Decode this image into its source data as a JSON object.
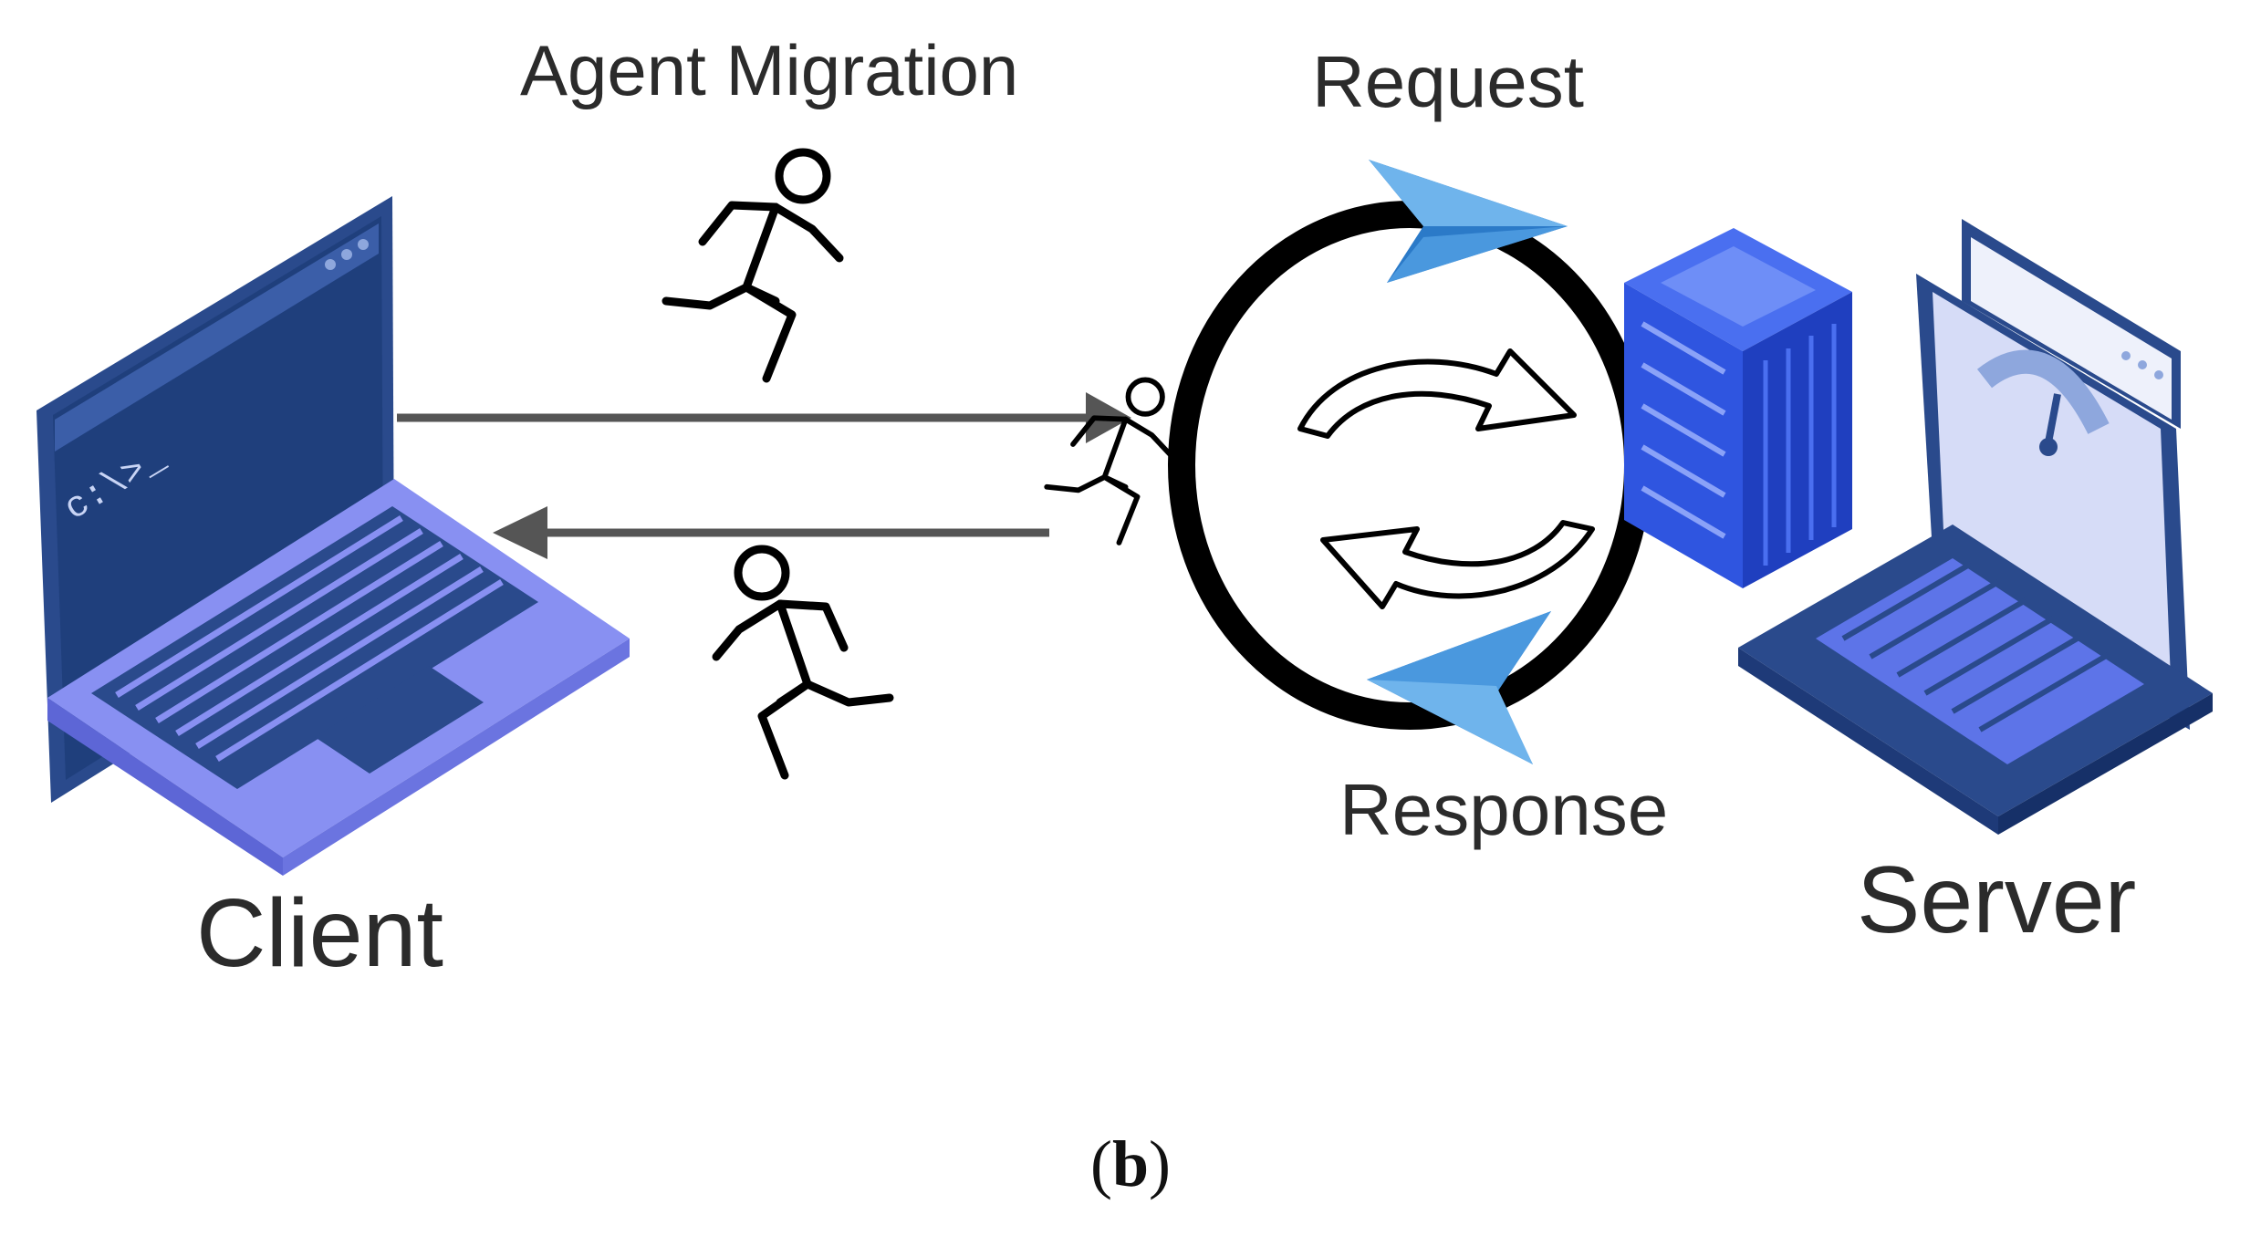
{
  "labels": {
    "agent_migration": "Agent Migration",
    "request": "Request",
    "response": "Response",
    "client": "Client",
    "server": "Server"
  },
  "caption": {
    "open": "(",
    "letter": "b",
    "close": ")"
  },
  "terminal_prompt": "c:\\>_",
  "icons": [
    "laptop-icon",
    "server-rack-icon",
    "running-agent-icon",
    "cycle-arrows-icon",
    "paper-plane-icon",
    "gauge-icon"
  ],
  "colors": {
    "laptop_dark": "#2a4a8c",
    "laptop_keyboard": "#7b86ef",
    "server_blue": "#3a63e8",
    "plane_light": "#6fb4ec",
    "plane_dark": "#2b7ac8",
    "arrow_gray": "#555555"
  }
}
